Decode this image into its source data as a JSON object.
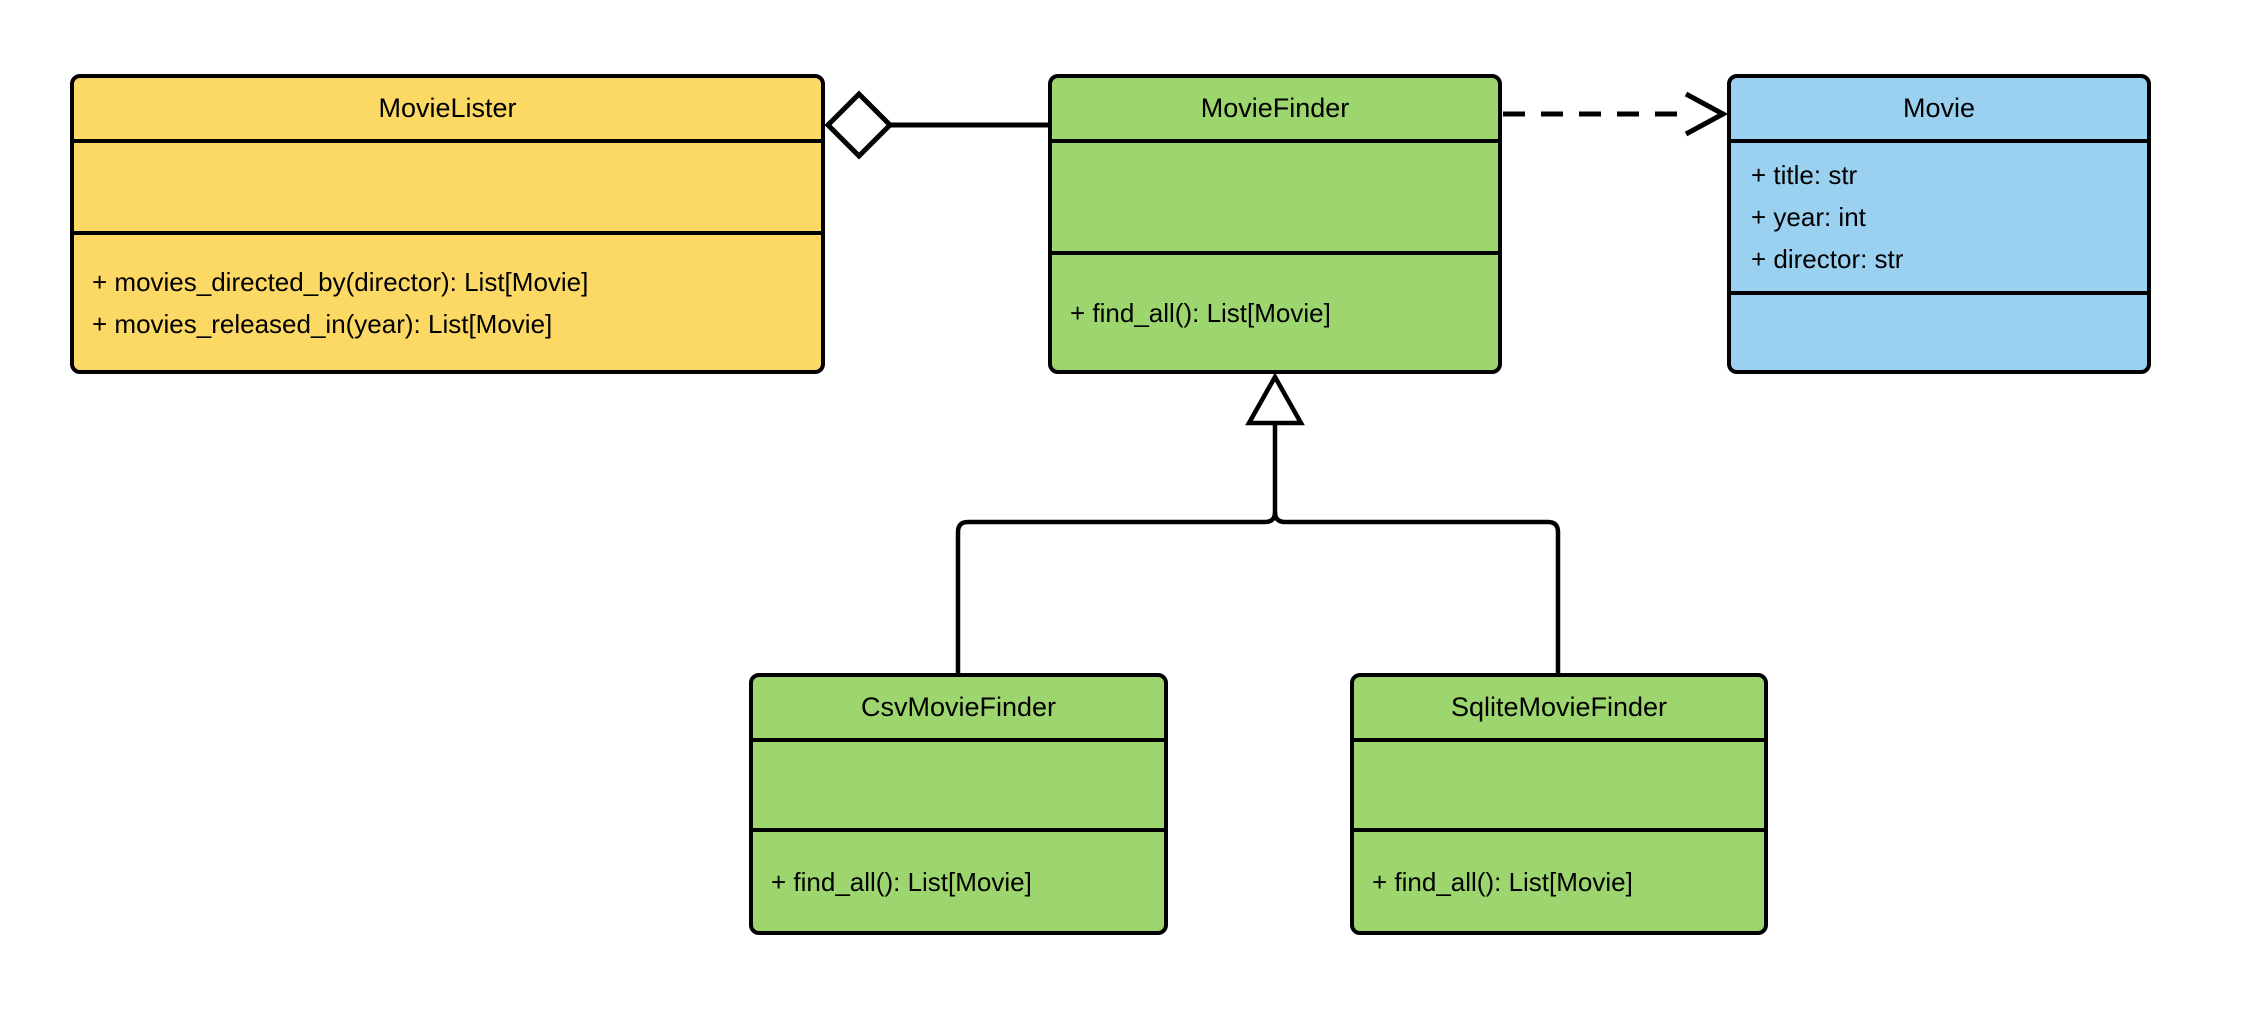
{
  "diagram": {
    "kind": "uml-class-diagram",
    "background_color": "#ffffff",
    "stroke_color": "#000000",
    "classes": [
      {
        "name": "MovieLister",
        "fill": "#FCD964",
        "attributes": [],
        "methods": [
          "+ movies_directed_by(director): List[Movie]",
          "+ movies_released_in(year): List[Movie]"
        ]
      },
      {
        "name": "MovieFinder",
        "fill": "#9DD56E",
        "attributes": [],
        "methods": [
          "+ find_all(): List[Movie]"
        ]
      },
      {
        "name": "Movie",
        "fill": "#9AD1F0",
        "attributes": [
          "+ title: str",
          "+ year: int",
          "+ director: str"
        ],
        "methods": []
      },
      {
        "name": "CsvMovieFinder",
        "fill": "#9DD56E",
        "attributes": [],
        "methods": [
          "+ find_all(): List[Movie]"
        ]
      },
      {
        "name": "SqliteMovieFinder",
        "fill": "#9DD56E",
        "attributes": [],
        "methods": [
          "+ find_all(): List[Movie]"
        ]
      }
    ],
    "relationships": [
      {
        "type": "aggregation",
        "whole": "MovieLister",
        "part": "MovieFinder",
        "line": "solid",
        "marker": "hollow-diamond"
      },
      {
        "type": "dependency",
        "from": "MovieFinder",
        "to": "Movie",
        "line": "dashed",
        "marker": "open-arrow"
      },
      {
        "type": "generalization",
        "child": "CsvMovieFinder",
        "parent": "MovieFinder",
        "line": "solid",
        "marker": "hollow-triangle"
      },
      {
        "type": "generalization",
        "child": "SqliteMovieFinder",
        "parent": "MovieFinder",
        "line": "solid",
        "marker": "hollow-triangle"
      }
    ]
  }
}
